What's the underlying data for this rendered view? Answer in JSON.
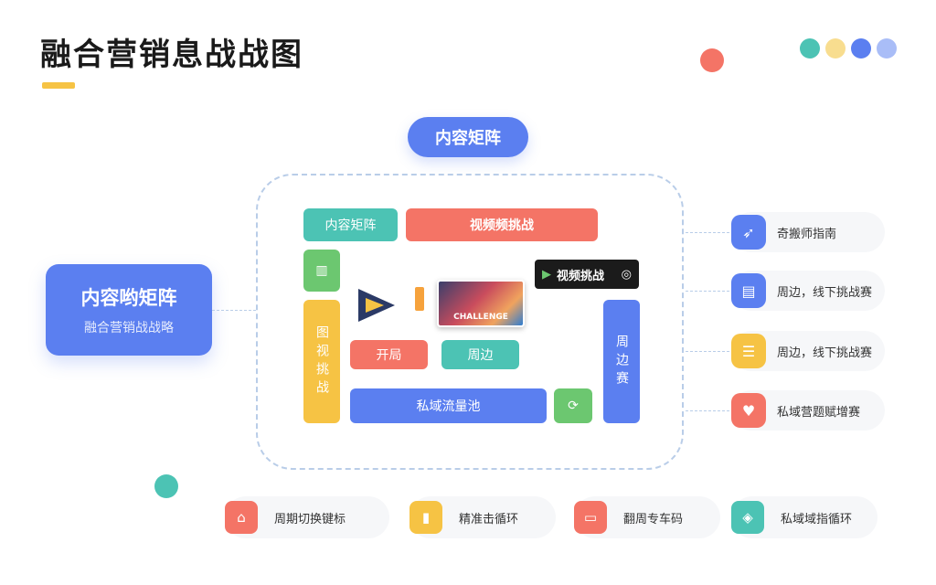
{
  "title": "融合营销息战战图",
  "colors": {
    "blue": "#5b7ff0",
    "teal": "#4cc3b4",
    "coral": "#f47466",
    "yellow": "#f6c344",
    "green": "#6cc770",
    "lavender": "#a9bdf7"
  },
  "top_pill": "内容矩阵",
  "left_card": {
    "title": "内容哟矩阵",
    "subtitle": "融合营销战战略"
  },
  "center": {
    "top_left_block": "内容矩阵",
    "top_right_block": "视频频挑战",
    "left_vertical_block": "图视挑战",
    "right_vertical_block": "周边赛",
    "mid_left_block": "开局",
    "mid_right_block": "周边",
    "bottom_block": "私域流量池",
    "badge_text": "视频挑战",
    "photo_caption": "CHALLENGE"
  },
  "right_items": [
    {
      "label": "奇搬师指南",
      "icon": "rocket-icon"
    },
    {
      "label": "周边，线下挑战赛",
      "icon": "calendar-icon"
    },
    {
      "label": "周边，线下挑战赛",
      "icon": "ticket-icon"
    },
    {
      "label": "私域营题赋增赛",
      "icon": "heart-icon"
    }
  ],
  "bottom_items": [
    {
      "label": "周期切换键标",
      "icon": "tag-icon"
    },
    {
      "label": "精准击循环",
      "icon": "gift-icon"
    },
    {
      "label": "翻周专车码",
      "icon": "card-icon"
    },
    {
      "label": "私域域指循环",
      "icon": "diamond-icon"
    }
  ]
}
